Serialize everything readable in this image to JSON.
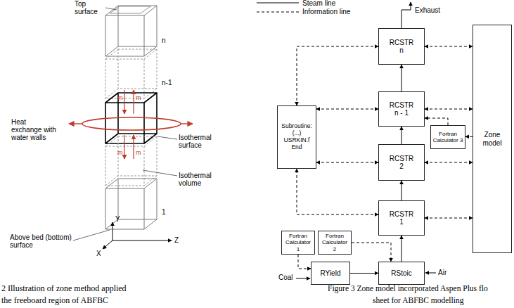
{
  "diagram": {
    "nodes": [
      {
        "text": [
          "RCSTR n"
        ]
      },
      {
        "text": [
          "RCSTR n - 1"
        ]
      },
      {
        "text": [
          "Subroutine: (...) USRKIN.f End"
        ]
      },
      {
        "text": [
          "Fortran Calculator 3"
        ]
      },
      {
        "text": [
          "RCSTR 2"
        ]
      },
      {
        "text": [
          "RCSTR 1"
        ]
      },
      {
        "text": [
          "Fortran Calculator 1"
        ]
      },
      {
        "text": [
          "Fortran Calculator 2"
        ]
      },
      {
        "text": [
          "RYield"
        ]
      },
      {
        "text": [
          "RStoic"
        ]
      },
      {
        "text": [
          "Zone model"
        ]
      }
    ],
    "edges": [
      {
        "from": 8,
        "to": 9,
        "arrow": "to"
      },
      {
        "from": 9,
        "to": 5,
        "arrow": "to"
      },
      {
        "from": 5,
        "to": 4,
        "arrow": "to"
      },
      {
        "from": 4,
        "to": 1,
        "arrow": "to"
      },
      {
        "from": 1,
        "to": 0,
        "arrow": "to"
      },
      {
        "from": 0,
        "to": 10,
        "arrow": "both"
      },
      {
        "from": 1,
        "to": 10,
        "arrow": "both"
      },
      {
        "from": 4,
        "to": 10,
        "arrow": "both"
      },
      {
        "from": 5,
        "to": 10,
        "arrow": "both"
      },
      {
        "from": 0,
        "to": 2,
        "arrow": "both"
      },
      {
        "from": 1,
        "to": 2,
        "arrow": "both"
      },
      {
        "from": 4,
        "to": 2,
        "arrow": "both"
      },
      {
        "from": 5,
        "to": 2,
        "arrow": "both"
      },
      {
        "from": 10,
        "to": 3,
        "arrow": "to"
      },
      {
        "from": 3,
        "to": 1,
        "arrow": "to"
      },
      {
        "from": 6,
        "to": 8,
        "arrow": "to"
      },
      {
        "from": 7,
        "to": 9,
        "arrow": "to"
      }
    ],
    "labels": [
      "Top surface",
      "n",
      "n-1",
      "Heat exchange with water walls",
      "Isothermal surface",
      "Isothermal volume",
      "1",
      "Above bed (bottom) surface",
      "X",
      "Y",
      "Z",
      "m",
      "m",
      "m",
      "m",
      "2 Illustration of zone method applied",
      "the freeboard region of ABFBC",
      "Exhaust",
      "Coal",
      "Air",
      "Figure 3 Zone model incorporated Aspen Plus flo",
      "sheet for ABFBC modelling"
    ],
    "legend": [
      {
        "text": "Steam line"
      },
      {
        "text": "Information line"
      }
    ]
  }
}
